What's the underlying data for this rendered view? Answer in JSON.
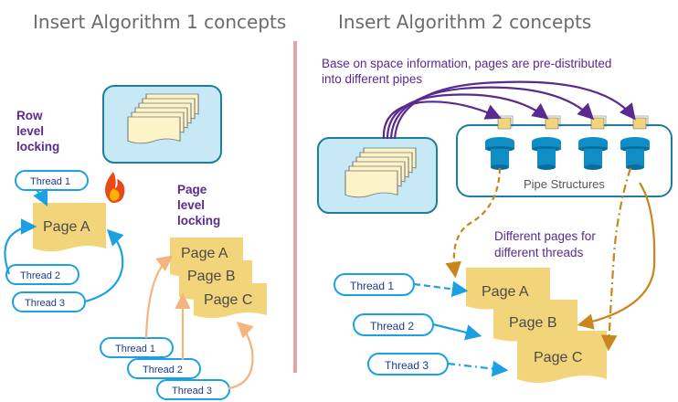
{
  "left": {
    "title": "Insert Algorithm 1 concepts",
    "row_lock_lines": [
      "Row",
      "level",
      "locking"
    ],
    "page_lock_lines": [
      "Page",
      "level",
      "locking"
    ],
    "threads_row": [
      "Thread 1",
      "Thread 2",
      "Thread 3"
    ],
    "page_single": "Page A",
    "pages_stack": [
      "Page A",
      "Page B",
      "Page C"
    ],
    "threads_page": [
      "Thread 1",
      "Thread 2",
      "Thread 3"
    ]
  },
  "right": {
    "title": "Insert Algorithm 2 concepts",
    "caption_lines": [
      "Base on space information, pages are pre-distributed",
      "into different pipes"
    ],
    "pipe_label": "Pipe Structures",
    "diff_lines": [
      "Different pages for",
      "different threads"
    ],
    "threads": [
      "Thread 1",
      "Thread 2",
      "Thread 3"
    ],
    "pages": [
      "Page A",
      "Page B",
      "Page C"
    ]
  },
  "colors": {
    "thread_blue": "#1ba1e2",
    "page_yellow": "#f2d47a",
    "pipe_blue": "#0f8ec6",
    "box_border": "#1c7f9c",
    "box_fill": "#c7e9f5",
    "purple_text": "#5a2a8e",
    "orange_arrow": "#f4b47c",
    "brown_arrow": "#c8861c",
    "divider": "#e8a3a3"
  },
  "icons": [
    "fire-icon",
    "page-stack-icon",
    "pipe-icon"
  ]
}
